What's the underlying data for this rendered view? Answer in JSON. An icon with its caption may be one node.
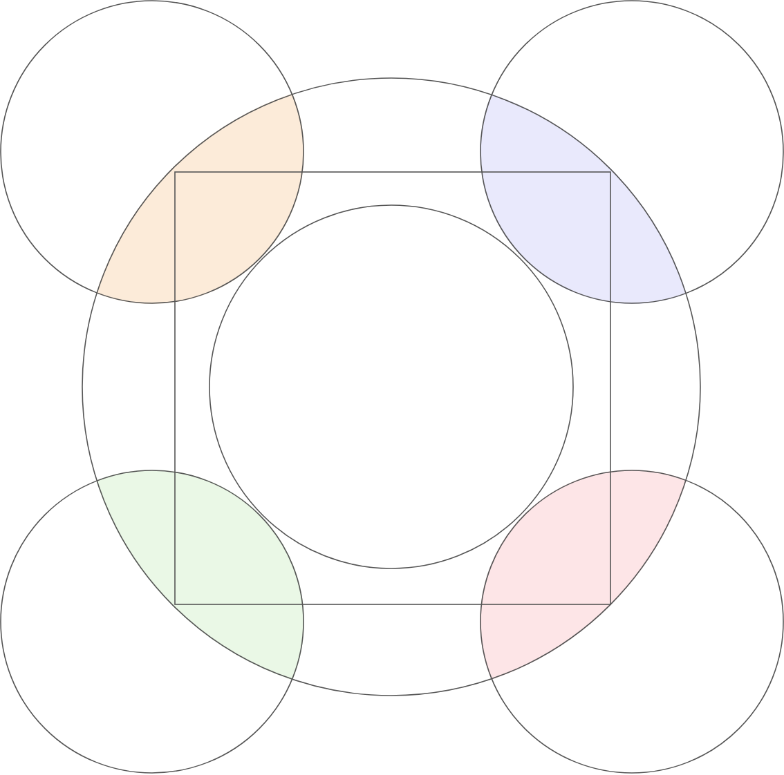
{
  "diagram": {
    "nodes": [
      {
        "text": [],
        "shape": "circle"
      },
      {
        "text": [],
        "shape": "circle"
      },
      {
        "text": [],
        "shape": "circle"
      },
      {
        "text": [],
        "shape": "box",
        "in": 2
      },
      {
        "text": [],
        "shape": "circle",
        "in": 3
      },
      {
        "text": [],
        "shape": "circle"
      },
      {
        "text": [],
        "shape": "circle"
      }
    ]
  }
}
